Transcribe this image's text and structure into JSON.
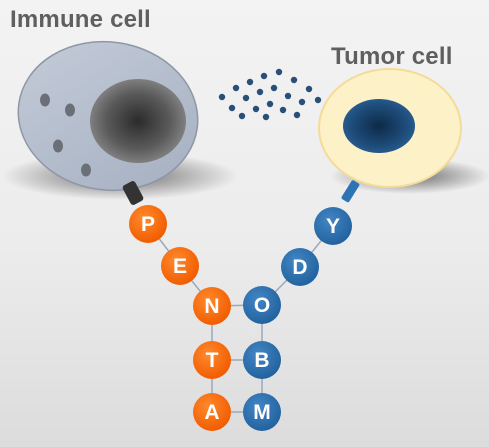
{
  "labels": {
    "immune_cell": "Immune cell",
    "tumor_cell": "Tumor cell"
  },
  "colors": {
    "orange": "#ff6a00",
    "blue": "#2e74b5",
    "dot_blue": "#274f78",
    "immune_cell_fill": "#b6bfce",
    "tumor_cell_fill": "#fdf1c8",
    "tumor_nucleus": "#1e4d7b"
  },
  "beads": {
    "orange": [
      "P",
      "E",
      "N",
      "T",
      "A"
    ],
    "blue": [
      "Y",
      "D",
      "O",
      "B",
      "M"
    ]
  }
}
